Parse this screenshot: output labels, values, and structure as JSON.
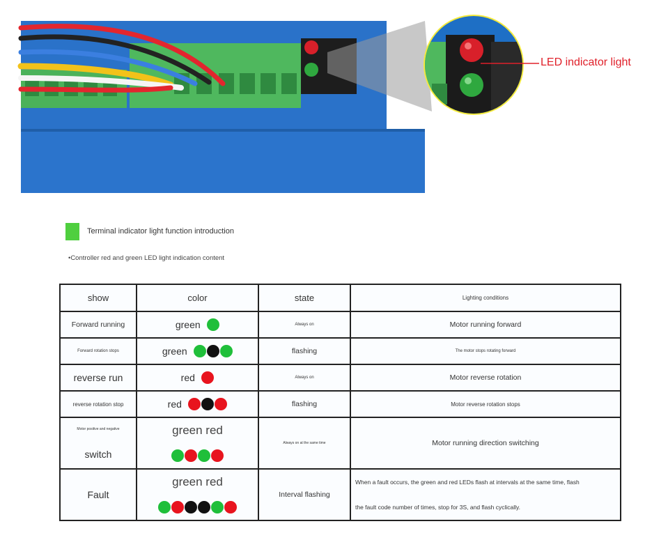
{
  "photo": {
    "callout": "LED indicator light",
    "accent_red": "#e0202a",
    "housing_blue": "#2a72c9",
    "terminal_green": "#4bb25a"
  },
  "section": {
    "marker_color": "#4fcf3f",
    "title": "Terminal indicator light function introduction",
    "subtitle": "•Controller red and green LED light indication content"
  },
  "table": {
    "headers": {
      "show": "show",
      "color": "color",
      "state": "state",
      "conditions": "Lighting conditions"
    },
    "rows": [
      {
        "show": "Forward running",
        "color_label": "green",
        "dots": [
          "green"
        ],
        "state": "Always on",
        "conditions": "Motor running forward"
      },
      {
        "show": "Forward rotation stops",
        "color_label": "green",
        "dots": [
          "green",
          "black",
          "green"
        ],
        "state": "flashing",
        "conditions": "The motor stops rotating forward"
      },
      {
        "show": "reverse run",
        "color_label": "red",
        "dots": [
          "red"
        ],
        "state": "Always on",
        "conditions": "Motor reverse rotation"
      },
      {
        "show": "reverse rotation stop",
        "color_label": "red",
        "dots": [
          "red",
          "black",
          "red"
        ],
        "state": "flashing",
        "conditions": "Motor reverse rotation stops"
      },
      {
        "show_line1": "Motor positive and negative",
        "show_line2": "switch",
        "color_label": "green red",
        "dots": [
          "green",
          "red",
          "green",
          "red"
        ],
        "state": "Always on at the same time",
        "conditions": "Motor running direction switching"
      },
      {
        "show": "Fault",
        "color_label": "green red",
        "dots": [
          "green",
          "red",
          "black",
          "black",
          "green",
          "red"
        ],
        "state": "Interval flashing",
        "conditions_line1": "When a fault occurs, the green and red LEDs flash at intervals at the same time, flash",
        "conditions_line2": "the fault code number of times, stop for 3S, and flash cyclically."
      }
    ]
  }
}
